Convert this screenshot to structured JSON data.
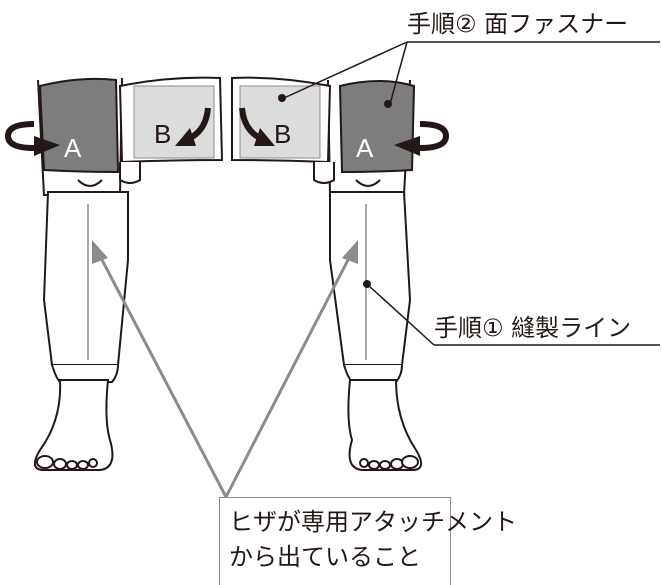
{
  "diagram": {
    "callout_step2": "手順② 面ファスナー",
    "callout_step1": "手順① 縫製ライン",
    "note_line1": "ヒザが専用アタッチメント",
    "note_line2": "から出ていること",
    "strap_letters": {
      "left_outer": "A",
      "left_inner": "B",
      "right_inner": "B",
      "right_outer": "A"
    }
  },
  "colors": {
    "outline": "#231815",
    "strap_fill": "#7d7d7d",
    "strap_b_fill": "#dcdcdc",
    "pointer_gray": "#8c8c8c",
    "background": "#ffffff"
  }
}
